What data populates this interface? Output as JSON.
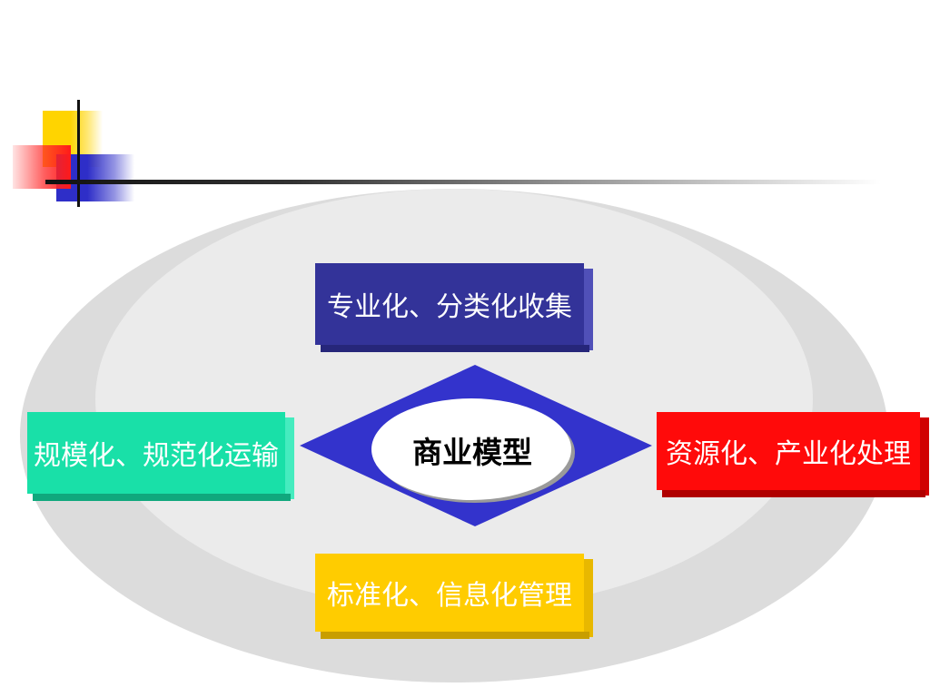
{
  "diagram": {
    "center": {
      "label": "商业模型"
    },
    "nodes": {
      "top": {
        "label": "专业化、分类化收集",
        "color": "#333399"
      },
      "left": {
        "label": "规模化、规范化运输",
        "color": "#19e0a8"
      },
      "right": {
        "label": "资源化、产业化处理",
        "color": "#ff0a0a"
      },
      "bottom": {
        "label": "标准化、信息化管理",
        "color": "#ffcc00"
      }
    },
    "colors": {
      "diamond": "#3333cc",
      "ellipse_outer": "#dcdcdc",
      "ellipse_inner": "#ebebeb"
    }
  }
}
